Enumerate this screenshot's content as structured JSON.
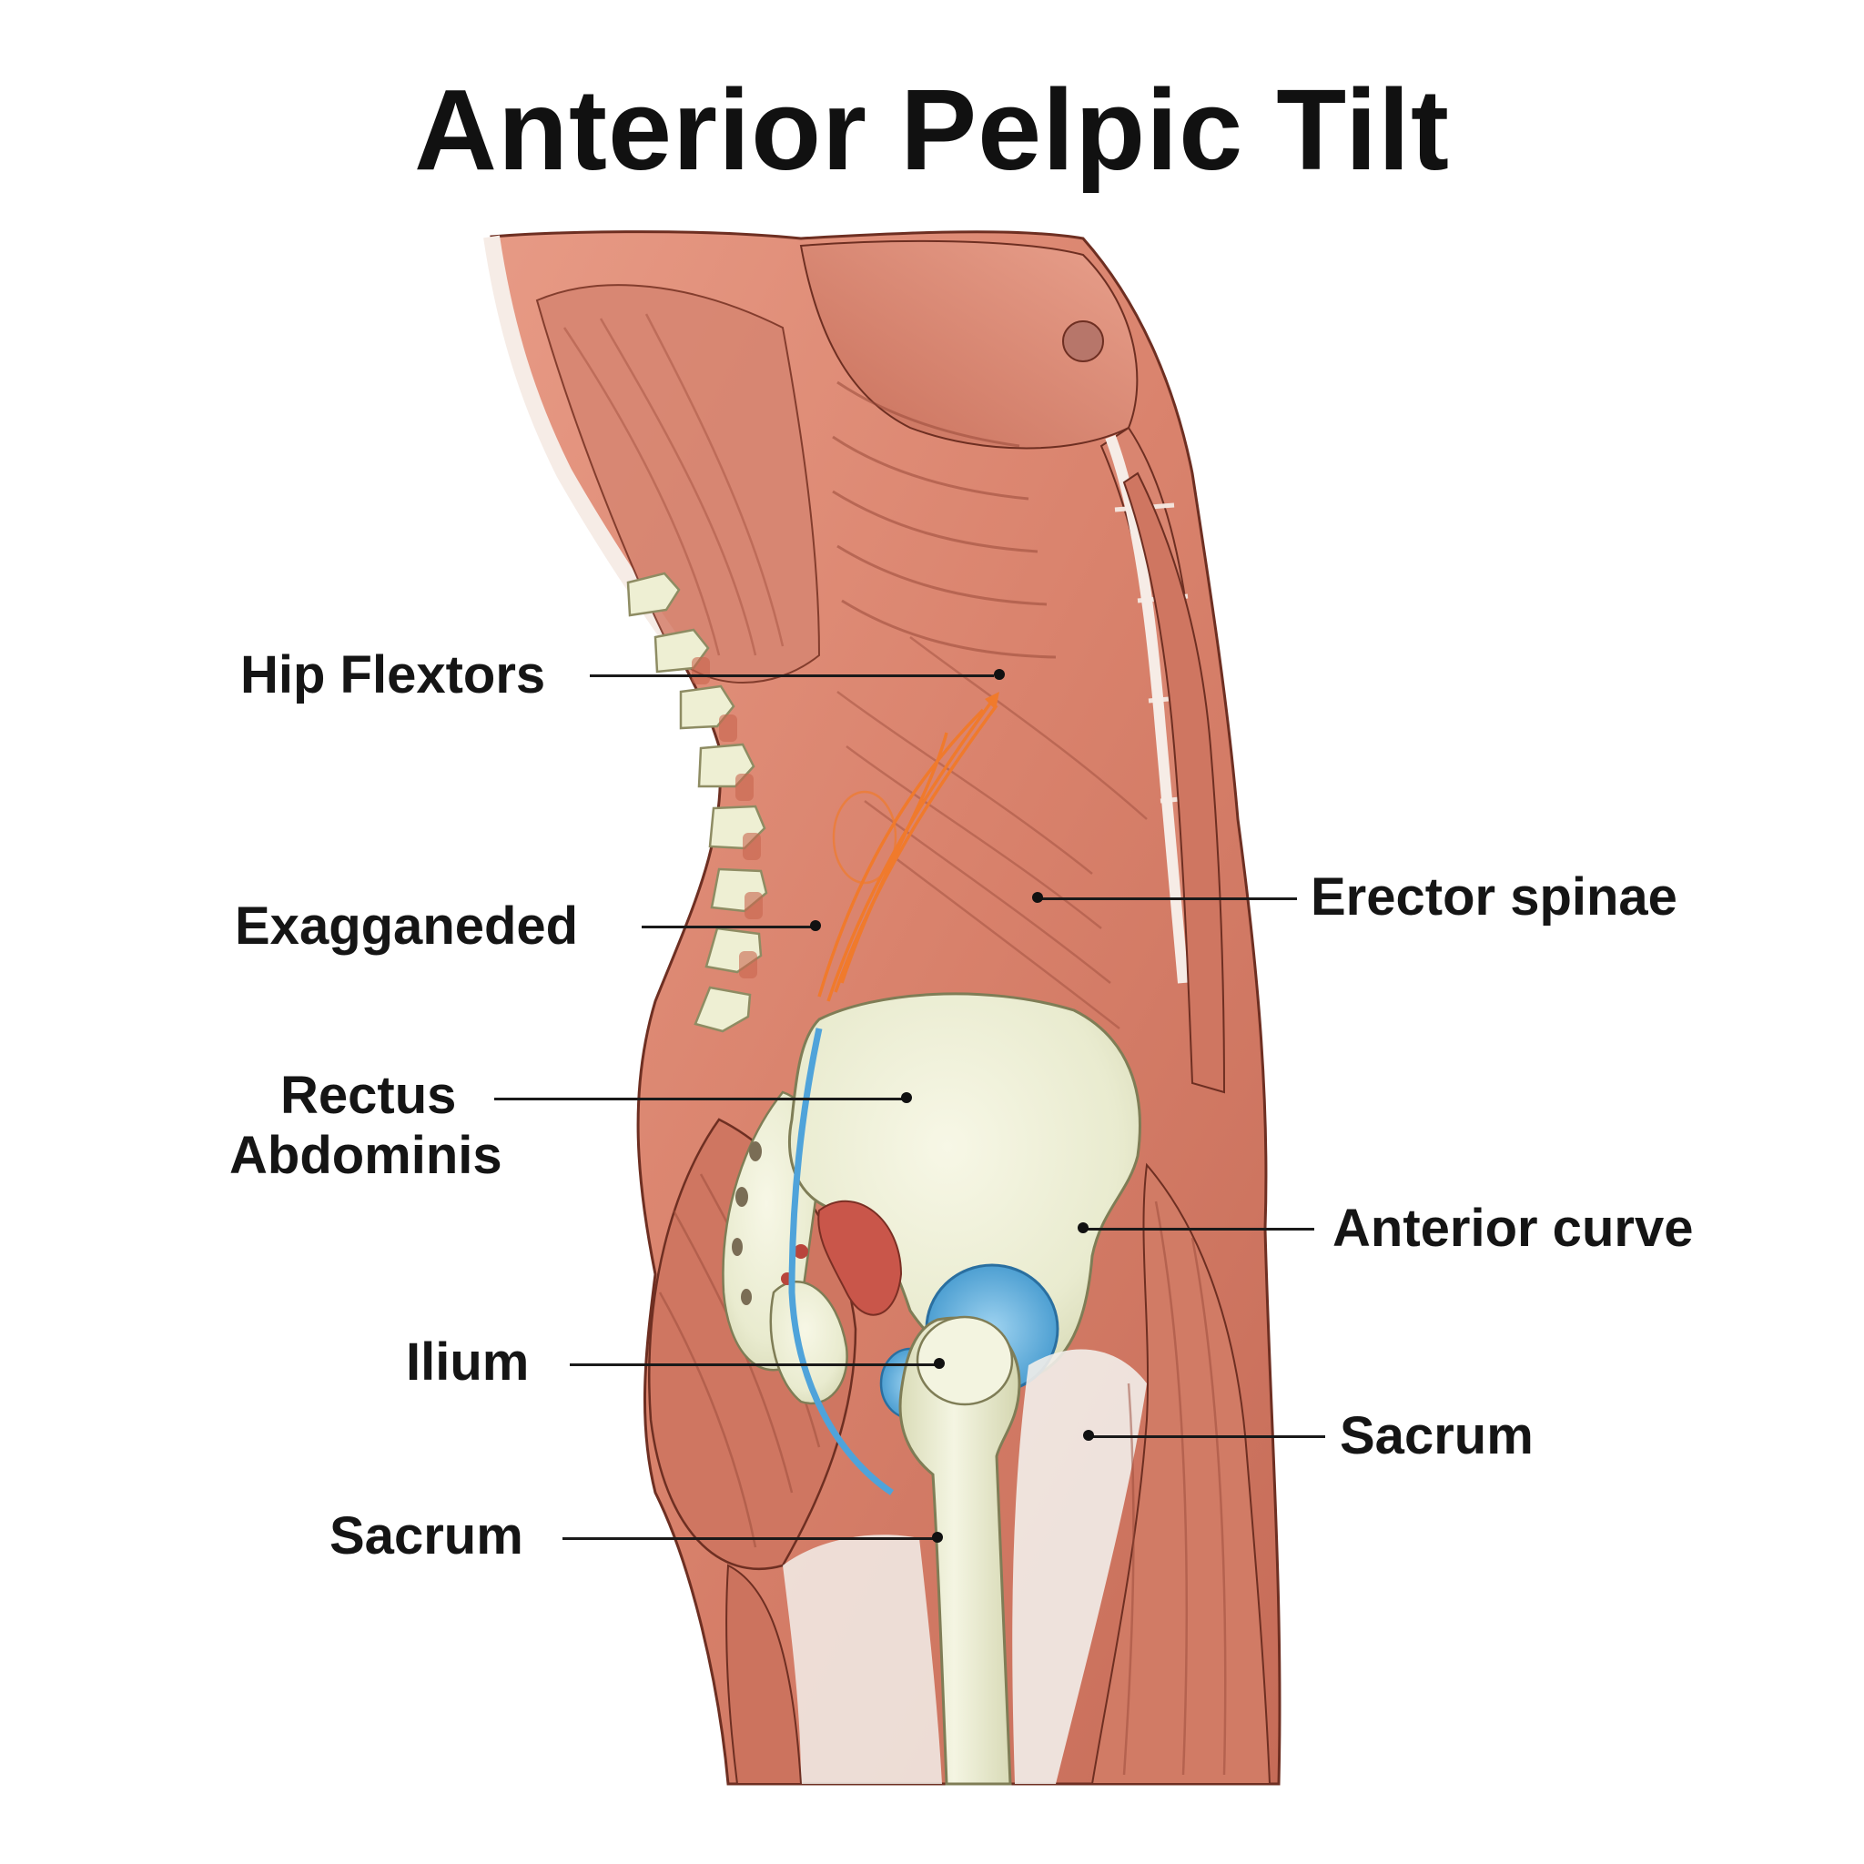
{
  "title": "Anterior Pelpic Tilt",
  "labels": {
    "hip_flextors": "Hip Flextors",
    "exagganeded": "Exagganeded",
    "rectus_line1": "Rectus",
    "rectus_line2": "Abdominis",
    "ilium": "Ilium",
    "sacrum_left": "Sacrum",
    "erector_spinae": "Erector spinae",
    "anterior_curve": "Anterior curve",
    "sacrum_right": "Sacrum"
  },
  "colors": {
    "muscle": "#d9826c",
    "muscle_dark": "#b85a48",
    "bone": "#eeefd6",
    "cartilage": "#5aaedc",
    "tendon": "#f2eeea",
    "nerve": "#f07a2c"
  }
}
